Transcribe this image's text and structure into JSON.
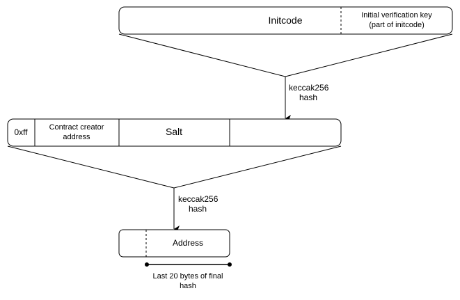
{
  "colors": {
    "stroke": "#000000",
    "fill": "#ffffff"
  },
  "initcode_box": {
    "label": "Initcode",
    "key_line1": "Initial verification key",
    "key_line2": "(part of initcode)"
  },
  "hash_step_1": {
    "line1": "keccak256",
    "line2": "hash"
  },
  "creation_box": {
    "prefix": "0xff",
    "creator_line1": "Contract creator",
    "creator_line2": "address",
    "salt": "Salt",
    "last": ""
  },
  "hash_step_2": {
    "line1": "keccak256",
    "line2": "hash"
  },
  "address_box": {
    "label": "Address"
  },
  "bytes_note": {
    "line1": "Last 20 bytes of final",
    "line2": "hash"
  }
}
